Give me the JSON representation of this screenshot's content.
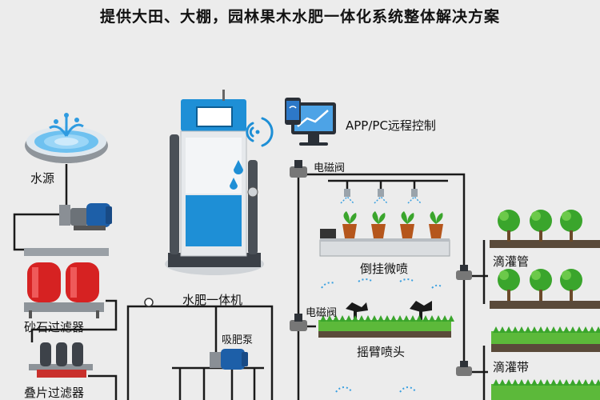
{
  "title": "提供大田、大棚，园林果木水肥一体化系统整体解决方案",
  "labels": {
    "water_source": "水源",
    "sand_filter": "砂石过滤器",
    "disc_filter": "叠片过滤器",
    "fertigation_machine": "水肥一体机",
    "remote_control": "APP/PC远程控制",
    "solenoid_valve_top": "电磁阀",
    "solenoid_valve_mid": "电磁阀",
    "hanging_micro_spray": "倒挂微喷",
    "rocker_sprinkler": "摇臂喷头",
    "fertilizer_pump": "吸肥泵",
    "drip_pipe": "滴灌管",
    "drip_tape": "滴灌带"
  },
  "colors": {
    "background": "#ececec",
    "pipe": "#1a1a1a",
    "machine_blue": "#1e8fd6",
    "pump_blue": "#1d5fa8",
    "filter_red": "#d62222",
    "plant_green": "#3aa52c",
    "water_spray": "#3aa0e0"
  }
}
